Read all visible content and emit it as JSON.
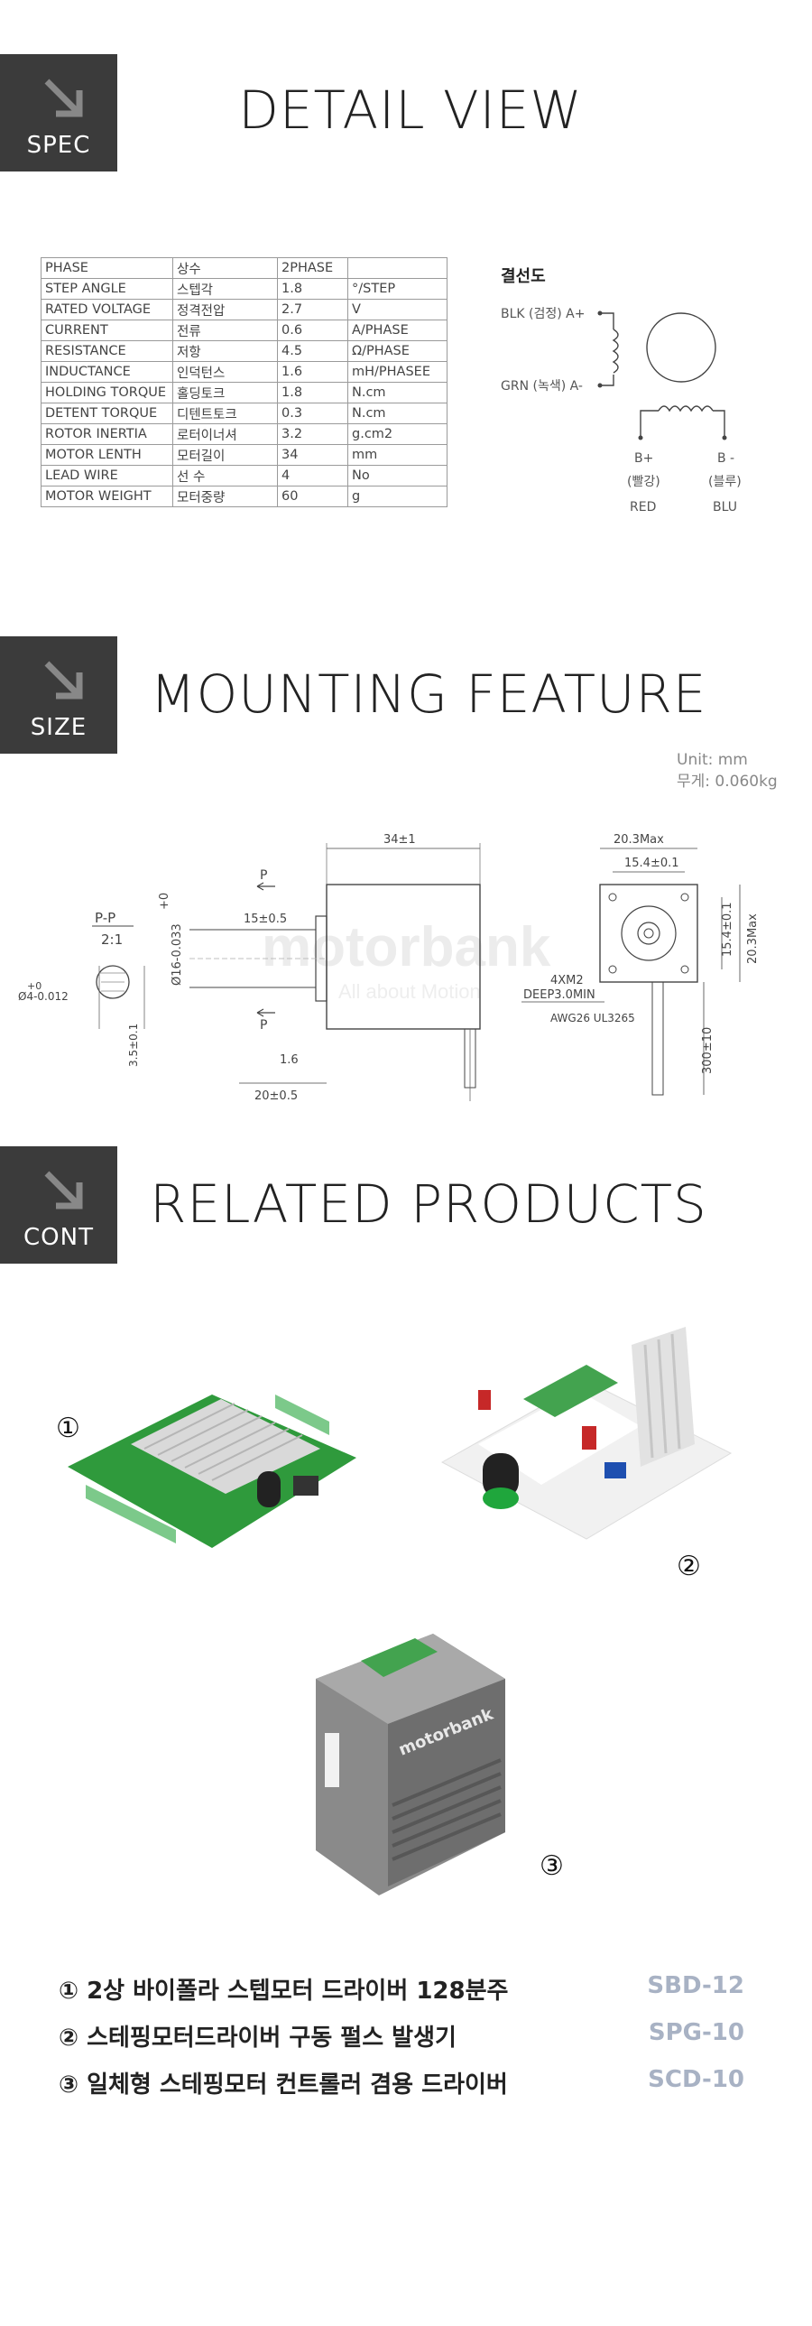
{
  "sections": {
    "spec": {
      "badge": "SPEC",
      "title": "DETAIL VIEW"
    },
    "size": {
      "badge": "SIZE",
      "title": "MOUNTING FEATURE"
    },
    "cont": {
      "badge": "CONT",
      "title": "RELATED PRODUCTS"
    }
  },
  "spec_table": [
    [
      "PHASE",
      "상수",
      "2PHASE",
      ""
    ],
    [
      "STEP ANGLE",
      "스텝각",
      "1.8",
      "°/STEP"
    ],
    [
      "RATED VOLTAGE",
      "정격전압",
      "2.7",
      "V"
    ],
    [
      "CURRENT",
      "전류",
      "0.6",
      "A/PHASE"
    ],
    [
      "RESISTANCE",
      "저항",
      "4.5",
      "Ω/PHASE"
    ],
    [
      "INDUCTANCE",
      "인덕턴스",
      "1.6",
      "mH/PHASEE"
    ],
    [
      "HOLDING TORQUE",
      "홀딩토크",
      "1.8",
      "N.cm"
    ],
    [
      "DETENT TORQUE",
      "디텐트토크",
      "0.3",
      "N.cm"
    ],
    [
      "ROTOR INERTIA",
      "로터이너셔",
      "3.2",
      "g.cm2"
    ],
    [
      "MOTOR LENTH",
      "모터길이",
      "34",
      "mm"
    ],
    [
      "LEAD WIRE",
      "선 수",
      "4",
      "No"
    ],
    [
      "MOTOR WEIGHT",
      "모터중량",
      "60",
      "g"
    ]
  ],
  "wiring": {
    "title": "결선도",
    "blk": "BLK (검정) A+",
    "grn": "GRN (녹색) A-",
    "bplus": "B+",
    "bminus": "B -",
    "red_kr": "(빨강)",
    "blu_kr": "(블루)",
    "red": "RED",
    "blu": "BLU"
  },
  "mounting": {
    "unit": "Unit: mm",
    "weight": "무게: 0.060kg",
    "pp": "P-P",
    "scale": "2:1",
    "shaft_tol_top": "+0",
    "shaft_dia": "Ø4-0.012",
    "flat": "3.5±0.1",
    "p": "P",
    "boss_tol": "+0",
    "boss_dia": "Ø16-0.033",
    "d15": "15±0.5",
    "d16": "1.6",
    "d20": "20±0.5",
    "d34": "34±1",
    "w_max": "20.3Max",
    "hole_pitch": "15.4±0.1",
    "hole_pitch_v": "15.4±0.1",
    "h_max": "20.3Max",
    "holes": "4XM2",
    "deep": "DEEP3.0MIN",
    "awg": "AWG26 UL3265",
    "lead_len": "300±10",
    "watermark": "motorbank",
    "watermark_sub": "All about Motion"
  },
  "products": {
    "n1": "①",
    "n2": "②",
    "n3": "③",
    "items": [
      {
        "name": "① 2상 바이폴라 스텝모터 드라이버 128분주",
        "code": "SBD-12"
      },
      {
        "name": "② 스테핑모터드라이버 구동 펄스 발생기",
        "code": "SPG-10"
      },
      {
        "name": "③ 일체형 스테핑모터 컨트롤러 겸용 드라이버",
        "code": "SCD-10"
      }
    ],
    "p3_logo": "motorbank"
  }
}
